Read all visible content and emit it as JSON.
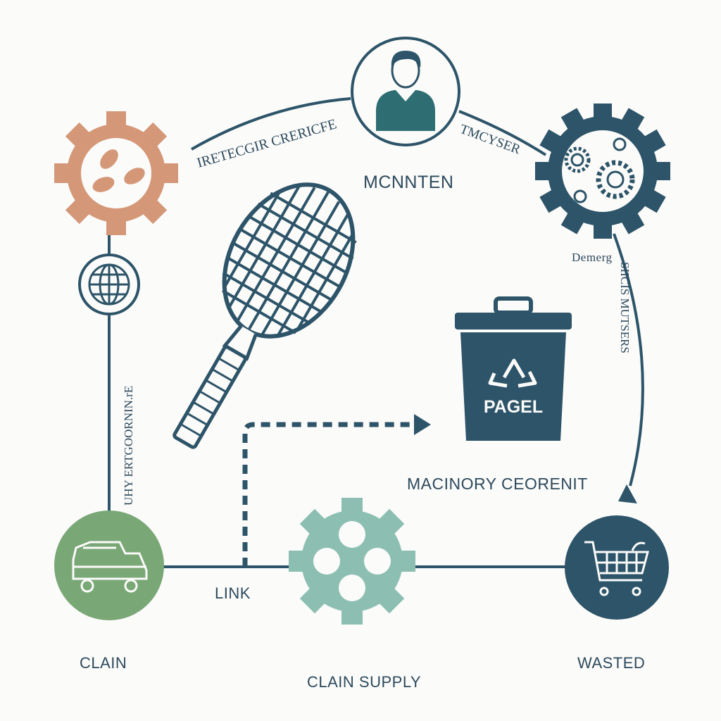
{
  "labels": {
    "monitor": "MCNNTEN",
    "arc_left": "IRETECGIR CRERICFE",
    "arc_right": "TMCYSER",
    "right_top": "Demerg",
    "right_vertical": "SIICIS MUTSERS",
    "left_vertical": "UHY ERTGOORNIN.rE",
    "bin": "PAGEL",
    "machinery": "MACINORY CEORENIT",
    "link": "LINK",
    "clain": "CLAIN",
    "supply": "CLAIN SUPPLY",
    "wasted": "WASTED"
  },
  "colors": {
    "navy": "#2d5468",
    "teal_dark": "#2e6e72",
    "tan": "#d49878",
    "green": "#7aa776",
    "mint": "#8cbfb2",
    "ink": "#2d4a5c"
  },
  "icons": {
    "top_left": "gear-with-seeds-icon",
    "top_center": "person-icon",
    "top_right": "gear-with-cogs-icon",
    "left": "globe-icon",
    "center": "tennis-racket-icon",
    "bin": "recycle-bin-icon",
    "bottom_left": "truck-icon",
    "bottom_center": "gear-icon",
    "bottom_right": "shopping-cart-icon"
  }
}
